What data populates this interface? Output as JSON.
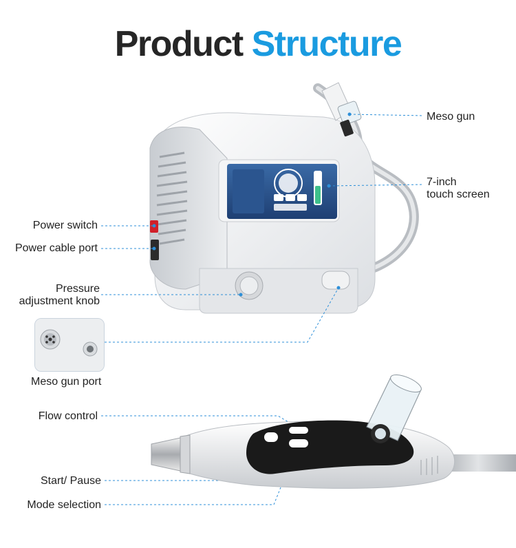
{
  "title": {
    "word1": "Product",
    "word2": "Structure"
  },
  "labels": {
    "meso_gun": "Meso gun",
    "touch_screen_line1": "7-inch",
    "touch_screen_line2": "touch screen",
    "power_switch": "Power switch",
    "power_cable_port": "Power cable port",
    "pressure_knob_line1": "Pressure",
    "pressure_knob_line2": "adjustment knob",
    "meso_gun_port": "Meso gun port",
    "flow_control": "Flow control",
    "start_pause": "Start/ Pause",
    "mode_selection": "Mode selection"
  },
  "colors": {
    "accent": "#1a9be0",
    "leader": "#2d8fd8",
    "title_dark": "#262626"
  }
}
